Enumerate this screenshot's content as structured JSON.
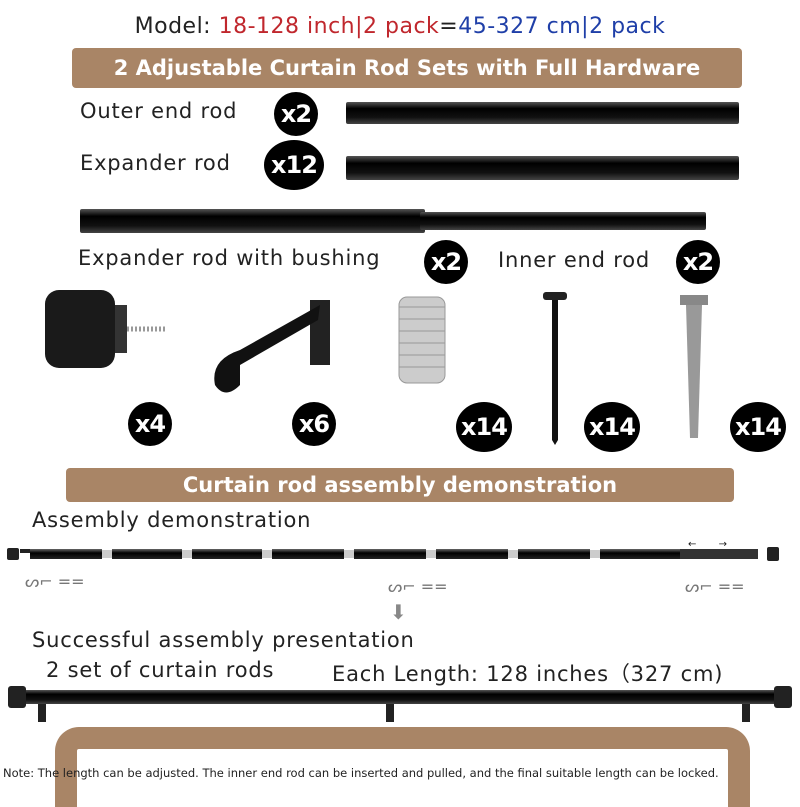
{
  "header": {
    "model_label": "Model:",
    "model_inch": "18-128 inch|2 pack",
    "equals": "=",
    "model_cm": "45-327 cm|2 pack"
  },
  "banner_top": "2 Adjustable Curtain Rod Sets  with Full Hardware",
  "parts": [
    {
      "label": "Outer end rod",
      "count": "x2"
    },
    {
      "label": "Expander rod",
      "count": "x12"
    },
    {
      "label": "Expander rod with bushing",
      "count": "x2"
    },
    {
      "label": "Inner end rod",
      "count": "x2"
    }
  ],
  "hardware": [
    {
      "name": "finial",
      "count": "x4"
    },
    {
      "name": "bracket",
      "count": "x6"
    },
    {
      "name": "anchor-sleeve",
      "count": "x14"
    },
    {
      "name": "screw",
      "count": "x14"
    },
    {
      "name": "wall-plug",
      "count": "x14"
    }
  ],
  "banner_mid": "Curtain rod assembly demonstration",
  "assembly_title": "Assembly demonstration",
  "success_title": "Successful assembly presentation",
  "sets_text": "2 set of curtain rods",
  "length_text": "Each Length: 128 inches（327 cm)",
  "note": "Note: The length can be adjusted. The inner end rod can be inserted and pulled, and the final suitable length can be locked.",
  "colors": {
    "banner": "#a98566",
    "red": "#c0272d",
    "blue": "#1f3fa8"
  }
}
